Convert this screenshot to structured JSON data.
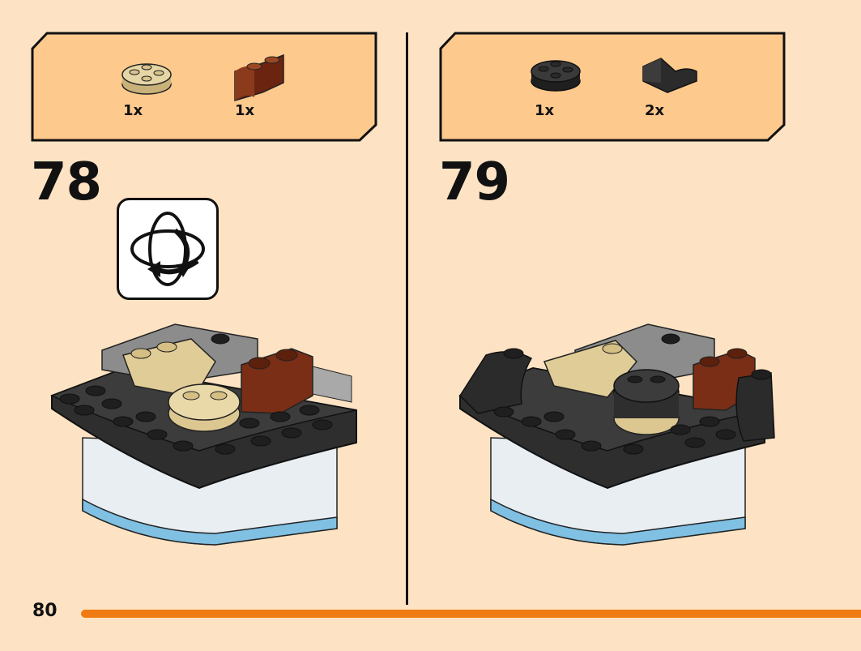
{
  "page": {
    "number": "80",
    "bar_color": "#ef7b12",
    "background": "#fde3c3"
  },
  "steps": [
    {
      "number": "78",
      "parts": [
        {
          "icon": "tan-round-plate-2x2-icon",
          "qty": "1x",
          "color": "#d9c48f"
        },
        {
          "icon": "reddish-brown-brick-1x2-rounded-icon",
          "qty": "1x",
          "color": "#7a2e16"
        }
      ],
      "rotate_icon": "rotate-model-icon"
    },
    {
      "number": "79",
      "parts": [
        {
          "icon": "black-round-plate-2x2-icon",
          "qty": "1x",
          "color": "#2b2b2b"
        },
        {
          "icon": "black-slope-curved-1x2-icon",
          "qty": "2x",
          "color": "#2b2b2b"
        }
      ]
    }
  ]
}
